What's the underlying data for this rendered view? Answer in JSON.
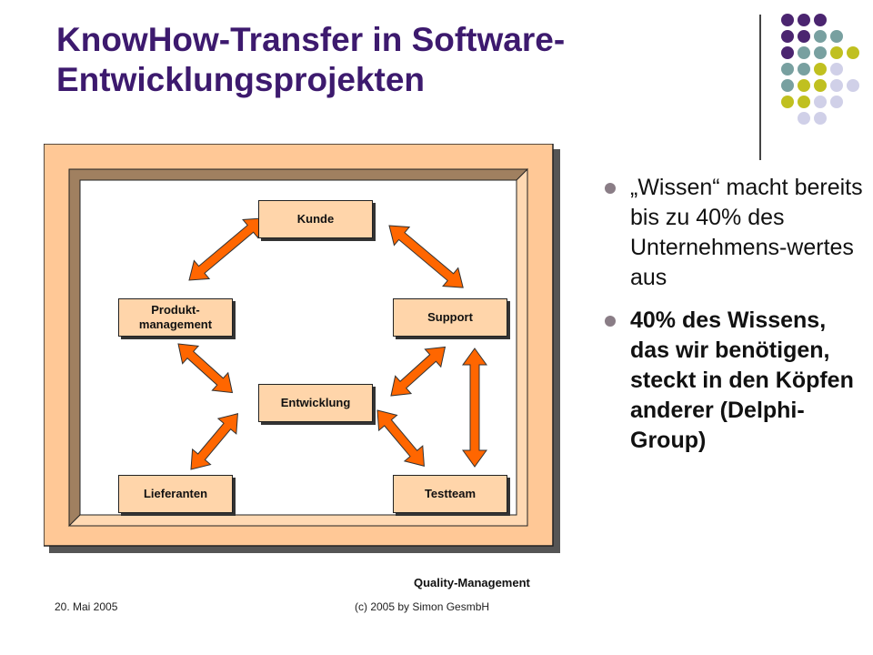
{
  "title": {
    "line1": "KnowHow-Transfer in Software-",
    "line2": "Entwicklungsprojekten"
  },
  "colors": {
    "title": "#3d1a6e",
    "frame_light": "#ffc896",
    "frame_dark": "#a08060",
    "box_fill": "#ffd5aa",
    "arrow": "#ff6600",
    "dot_purple": "#4b2570",
    "dot_teal": "#78a0a0",
    "dot_olive": "#c0c020",
    "dot_lavender": "#d0d0e8"
  },
  "diagram": {
    "nodes": {
      "kunde": "Kunde",
      "produkt_line1": "Produkt-",
      "produkt_line2": "management",
      "support": "Support",
      "entwicklung": "Entwicklung",
      "lieferanten": "Lieferanten",
      "testteam": "Testteam"
    },
    "caption": "Quality-Management"
  },
  "bullets": [
    {
      "text": "„Wissen“ macht bereits bis zu 40% des Unternehmens-wertes aus"
    },
    {
      "text": "40% des Wissens, das wir benötigen, steckt in den Köpfen anderer (Delphi-Group)"
    }
  ],
  "footer": {
    "date": "20. Mai 2005",
    "copyright": "(c) 2005 by Simon GesmbH"
  }
}
